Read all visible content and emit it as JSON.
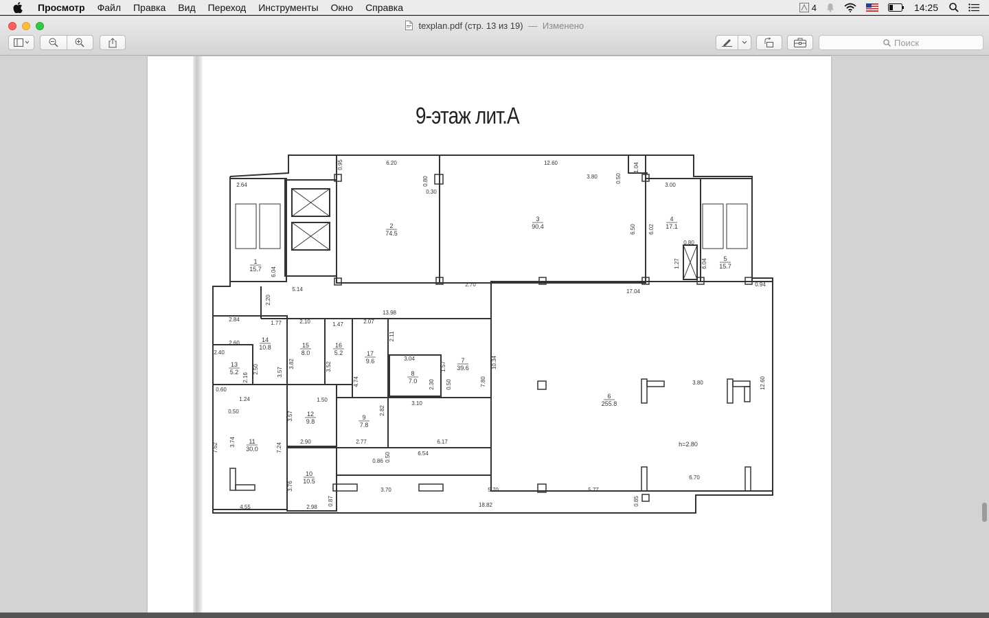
{
  "menubar": {
    "app_name": "Просмотр",
    "items": [
      "Файл",
      "Правка",
      "Вид",
      "Переход",
      "Инструменты",
      "Окно",
      "Справка"
    ],
    "status": {
      "adobe_count": "4",
      "clock": "14:25"
    }
  },
  "window": {
    "filename": "texplan.pdf (стр. 13 из 19)",
    "separator": "—",
    "edited_label": "Изменено"
  },
  "toolbar": {
    "search_placeholder": "Поиск"
  },
  "plan": {
    "title": "9-этаж лит.А",
    "rooms": [
      {
        "num": "1",
        "area": "15.7"
      },
      {
        "num": "2",
        "area": "74.5"
      },
      {
        "num": "3",
        "area": "90.4"
      },
      {
        "num": "4",
        "area": "17.1"
      },
      {
        "num": "5",
        "area": "15.7"
      },
      {
        "num": "6",
        "area": "255.8"
      },
      {
        "num": "7",
        "area": "39.6"
      },
      {
        "num": "8",
        "area": "7.0"
      },
      {
        "num": "9",
        "area": "7.8"
      },
      {
        "num": "10",
        "area": "10.5"
      },
      {
        "num": "11",
        "area": "30.0"
      },
      {
        "num": "12",
        "area": "9.8"
      },
      {
        "num": "13",
        "area": "5.2"
      },
      {
        "num": "14",
        "area": "10.8"
      },
      {
        "num": "15",
        "area": "8.0"
      },
      {
        "num": "16",
        "area": "5.2"
      },
      {
        "num": "17",
        "area": "9.6"
      }
    ],
    "dimensions": [
      "6.20",
      "12.60",
      "3.80",
      "0.95",
      "0.80",
      "0.30",
      "0.50",
      "1.04",
      "2.64",
      "3.00",
      "6.50",
      "6.02",
      "0.80",
      "1.27",
      "6.04",
      "6.04",
      "5.14",
      "2.20",
      "2.70",
      "17.04",
      "0.94",
      "13.98",
      "2.84",
      "1.77",
      "2.10",
      "1.47",
      "2.07",
      "2.11",
      "2.60",
      "2.40",
      "2.16",
      "2.50",
      "3.57",
      "3.82",
      "3.52",
      "4.74",
      "3.04",
      "1.57",
      "10.34",
      "0.60",
      "1.24",
      "0.50",
      "1.50",
      "2.30",
      "0.50",
      "3.10",
      "7.80",
      "3.80",
      "12.60",
      "3.57",
      "2.82",
      "3.74",
      "7.62",
      "7.24",
      "2.90",
      "2.77",
      "6.17",
      "0.86",
      "0.50",
      "6.54",
      "3.76",
      "3.70",
      "5.70",
      "5.77",
      "6.70",
      "4.55",
      "2.98",
      "0.87",
      "18.82",
      "0.85"
    ],
    "height_note": "h=2.80"
  }
}
